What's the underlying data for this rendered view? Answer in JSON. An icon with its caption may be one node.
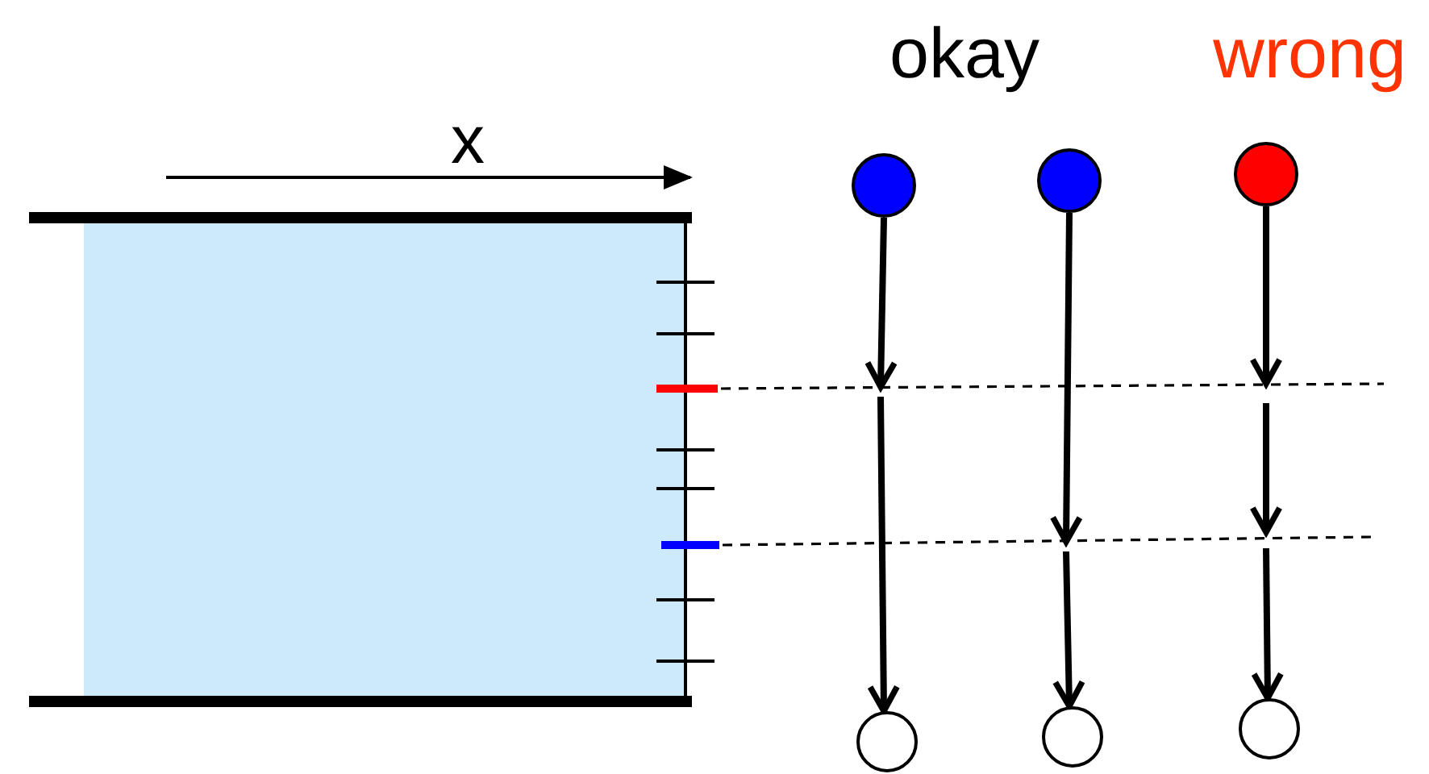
{
  "diagram": {
    "nodes": [
      {
        "text": [],
        "shape": "circle"
      },
      {
        "text": [],
        "shape": "circle"
      },
      {
        "text": [],
        "shape": "circle"
      },
      {
        "text": [],
        "shape": "circle"
      },
      {
        "text": [],
        "shape": "circle"
      },
      {
        "text": [],
        "shape": "circle"
      },
      {
        "text": [],
        "shape": "line"
      },
      {
        "text": [],
        "shape": "line"
      }
    ],
    "edges": [
      {
        "from": 0,
        "to": 6,
        "arrow": "to"
      },
      {
        "from": 6,
        "to": 3,
        "arrow": "to"
      },
      {
        "from": 1,
        "to": 7,
        "arrow": "to"
      },
      {
        "from": 7,
        "to": 4,
        "arrow": "to"
      },
      {
        "from": 2,
        "to": 6,
        "arrow": "to"
      },
      {
        "from": 6,
        "to": 7,
        "arrow": "to"
      },
      {
        "from": 7,
        "to": 5,
        "arrow": "to"
      }
    ],
    "labels": [
      "x",
      "okay",
      "wrong"
    ]
  }
}
